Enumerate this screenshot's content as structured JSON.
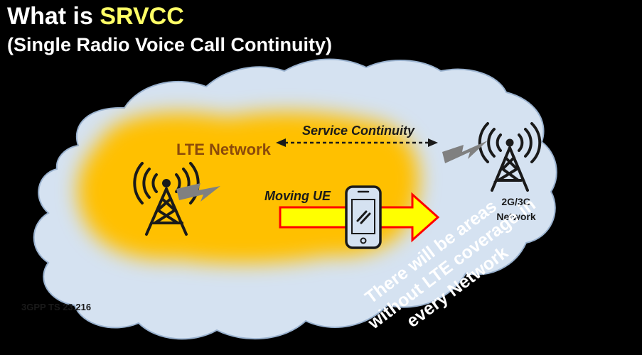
{
  "title": {
    "prefix": "What is ",
    "highlight": "SRVCC",
    "subtitle": "(Single Radio Voice Call Continuity)"
  },
  "diagram": {
    "lte_network": "LTE Network",
    "service_continuity": "Service Continuity",
    "moving_ue": "Moving UE",
    "legacy_network": [
      "2G/3G",
      "Network"
    ],
    "reference": "3GPP TS 23.216"
  },
  "callout": {
    "lines": [
      "There will be areas",
      "without LTE coverage in",
      "every Network"
    ]
  },
  "colors": {
    "cloud_fill": "#d5e2f1",
    "cloud_stroke": "#9bb3d0",
    "lte_glow": "#ffc000",
    "arrow_fill": "#ffff00",
    "arrow_stroke": "#ff0000",
    "title_highlight": "#ffff66",
    "lte_label": "#8b4a0a"
  },
  "icons": [
    "cell-tower-icon",
    "signal-bolt-icon",
    "smartphone-icon",
    "double-arrow-icon",
    "block-arrow-icon"
  ]
}
